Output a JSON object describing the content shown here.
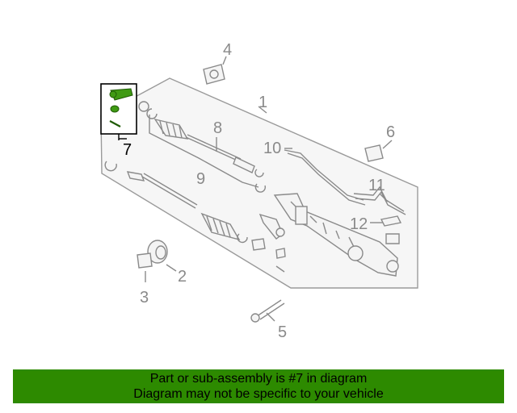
{
  "callouts": {
    "c1": "1",
    "c2": "2",
    "c3": "3",
    "c4": "4",
    "c5": "5",
    "c6": "6",
    "c7": "7",
    "c8": "8",
    "c9": "9",
    "c10": "10",
    "c11": "11",
    "c12": "12"
  },
  "highlight": {
    "part_number": "7",
    "color": "#2d8a00"
  },
  "banner": {
    "line1": "Part or sub-assembly is #7 in diagram",
    "line2": "Diagram may not be specific to your vehicle",
    "background": "#2d8a00"
  }
}
